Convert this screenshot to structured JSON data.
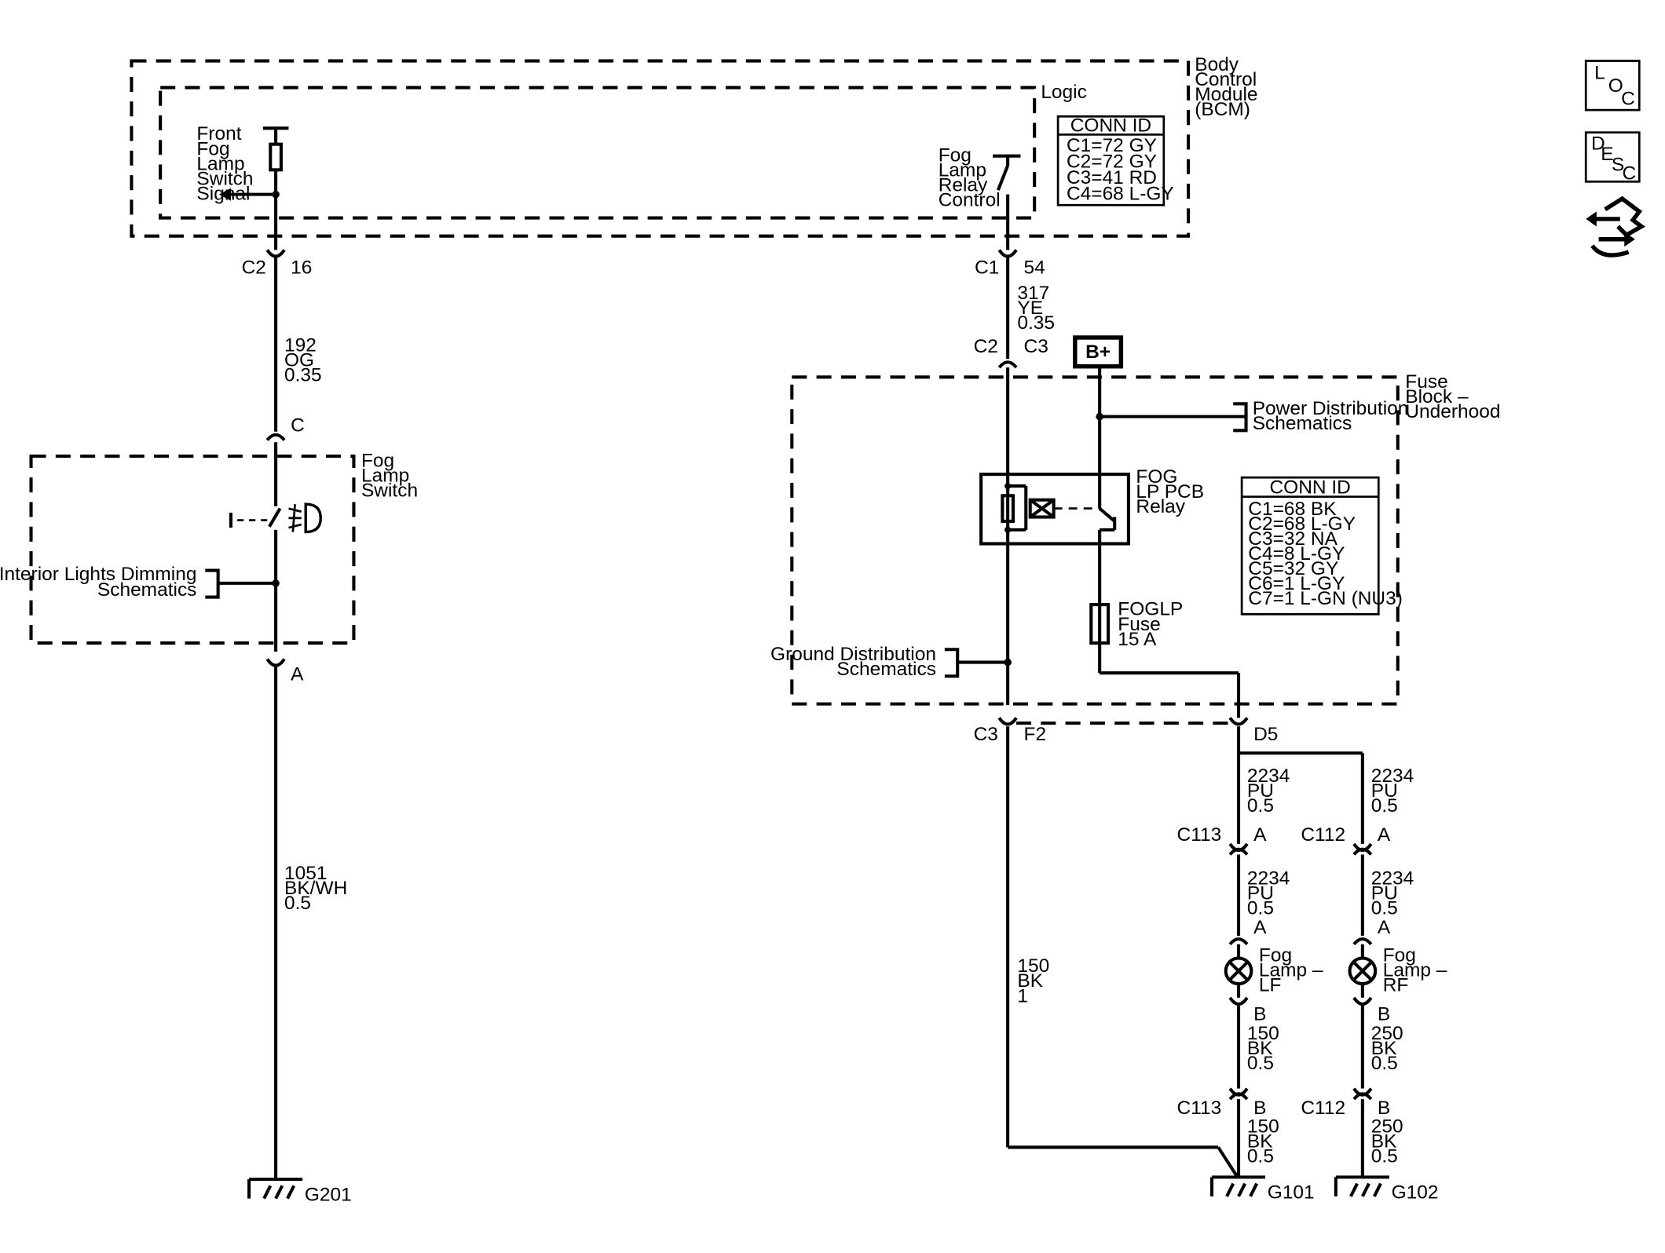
{
  "bcm": {
    "name": [
      "Body",
      "Control",
      "Module",
      "(BCM)"
    ],
    "logic": "Logic",
    "conn_title": "CONN ID",
    "conn": [
      "C1=72 GY",
      "C2=72 GY",
      "C3=41 RD",
      "C4=68 L-GY"
    ],
    "switch_signal": [
      "Front",
      "Fog",
      "Lamp",
      "Switch",
      "Signal"
    ],
    "relay_control": [
      "Fog",
      "Lamp",
      "Relay",
      "Control"
    ]
  },
  "icons": {
    "loc": [
      "L",
      "O",
      "C"
    ],
    "desc": [
      "D",
      "E",
      "S",
      "C"
    ]
  },
  "left": {
    "c2": "C2",
    "pin16": "16",
    "wire192": [
      "192",
      "OG",
      "0.35"
    ],
    "pinC": "C",
    "switch_name": [
      "Fog",
      "Lamp",
      "Switch"
    ],
    "dimming": [
      "Interior Lights Dimming",
      "Schematics"
    ],
    "pinA": "A",
    "wire1051": [
      "1051",
      "BK/WH",
      "0.5"
    ],
    "ground": "G201"
  },
  "mid": {
    "c1": "C1",
    "pin54": "54",
    "wire317": [
      "317",
      "YE",
      "0.35"
    ],
    "c2": "C2",
    "c3": "C3",
    "bplus": "B+",
    "fuseblock": [
      "Fuse",
      "Block –",
      "Underhood"
    ],
    "power": [
      "Power Distribution",
      "Schematics"
    ],
    "relay": [
      "FOG",
      "LP PCB",
      "Relay"
    ],
    "fuse": [
      "FOGLP",
      "Fuse",
      "15 A"
    ],
    "conn_title": "CONN ID",
    "conn": [
      "C1=68 BK",
      "C2=68 L-GY",
      "C3=32 NA",
      "C4=8 L-GY",
      "C5=32 GY",
      "C6=1 L-GY",
      "C7=1 L-GN (NU3)"
    ],
    "ground_dist": [
      "Ground Distribution",
      "Schematics"
    ],
    "c3b": "C3",
    "f2": "F2",
    "d5": "D5",
    "wire150": [
      "150",
      "BK",
      "1"
    ]
  },
  "lf": {
    "wire_a": [
      "2234",
      "PU",
      "0.5"
    ],
    "conn": "C113",
    "pinA": "A",
    "wire_b": [
      "2234",
      "PU",
      "0.5"
    ],
    "pinA2": "A",
    "lamp": [
      "Fog",
      "Lamp –",
      "LF"
    ],
    "pinB": "B",
    "wire_c": [
      "150",
      "BK",
      "0.5"
    ],
    "conn2": "C113",
    "pinB2": "B",
    "wire_d": [
      "150",
      "BK",
      "0.5"
    ],
    "ground": "G101"
  },
  "rf": {
    "wire_a": [
      "2234",
      "PU",
      "0.5"
    ],
    "conn": "C112",
    "pinA": "A",
    "wire_b": [
      "2234",
      "PU",
      "0.5"
    ],
    "pinA2": "A",
    "lamp": [
      "Fog",
      "Lamp –",
      "RF"
    ],
    "pinB": "B",
    "wire_c": [
      "250",
      "BK",
      "0.5"
    ],
    "conn2": "C112",
    "pinB2": "B",
    "wire_d": [
      "250",
      "BK",
      "0.5"
    ],
    "ground": "G102"
  }
}
